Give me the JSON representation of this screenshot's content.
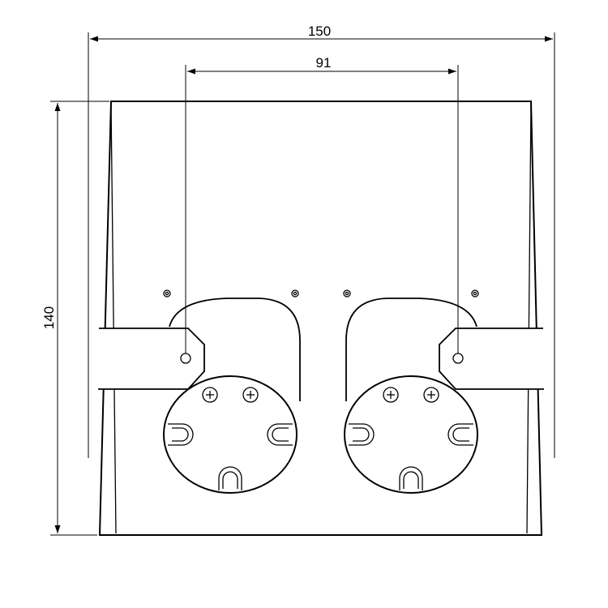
{
  "dimensions": {
    "overall_width": "150",
    "spacing": "91",
    "height": "140"
  },
  "colors": {
    "line": "#000000",
    "background": "#ffffff"
  }
}
